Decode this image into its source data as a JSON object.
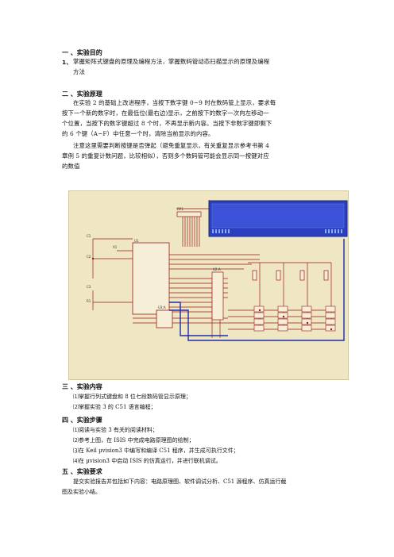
{
  "sec1": {
    "heading": "一 、实验目的",
    "item1_num": "1、",
    "item1_line1": "掌握矩阵式键盘的原理及编程方法，掌握数码管动态扫描显示的原理及编程",
    "item1_line2": "方法"
  },
  "sec2": {
    "heading": "二 、实验原理",
    "para1": [
      "在实验 2 的基础上改进程序，当按下数字键 0~9 时在数码管上显示，要求每",
      "按下一个新的数字时，在最低位(最右边)显示，之前按下的数字一次向左移动一",
      "个位置，当按下的数字键超过 8 个时，不再显示新内容。当按下非数字键即剩下",
      "的 6 个键（A~F）中任意一个时，清除当前显示的内容。"
    ],
    "para2": [
      "注意这里需要判断按键是否弹起（避免重复显示，有关重复显示参考书第 4",
      "章例 5 的重复计数问题，比较相似），否则多个数码管可能会显示同一按键对应",
      "的数值"
    ]
  },
  "schematic": {
    "u1_label": "U1",
    "c1_label": "C1",
    "c2_label": "C2",
    "c3_label": "C3",
    "x1_label": "X1",
    "r1_label": "R1",
    "rp1_label": "RP1",
    "u2a_label": "U2:A",
    "u3a_label": "U3:A",
    "lcd_color": "#2b3fbf",
    "wire_color": "#9a1a1a",
    "bus_color": "#1f2aa8"
  },
  "sec3": {
    "heading": "三 、实验内容",
    "items": [
      "⑴掌握行列式键盘和 8 位七段数码管显示原理；",
      "⑵掌握实验 3 的 C51 语言编程；"
    ]
  },
  "sec4": {
    "heading": "四 、实验步骤",
    "items": [
      "⑴阅读与实验 3 有关的阅读材料；",
      "⑵参考上图，在 ISIS 中完成电路原理图的绘制；",
      "⑶在 Keil µvision3 中编写和编译 C51 程序，并生成可执行文件；",
      "⑷在 µvision3 中启动 ISIS 的仿真运行，并进行联机调试。"
    ]
  },
  "sec5": {
    "heading": "五 、实验要求",
    "line1": "提交实验报告并包括如下内容：电路原理图、软件调试分析、C51 源程序、仿真运行截",
    "line2": "图及实验小结。"
  }
}
